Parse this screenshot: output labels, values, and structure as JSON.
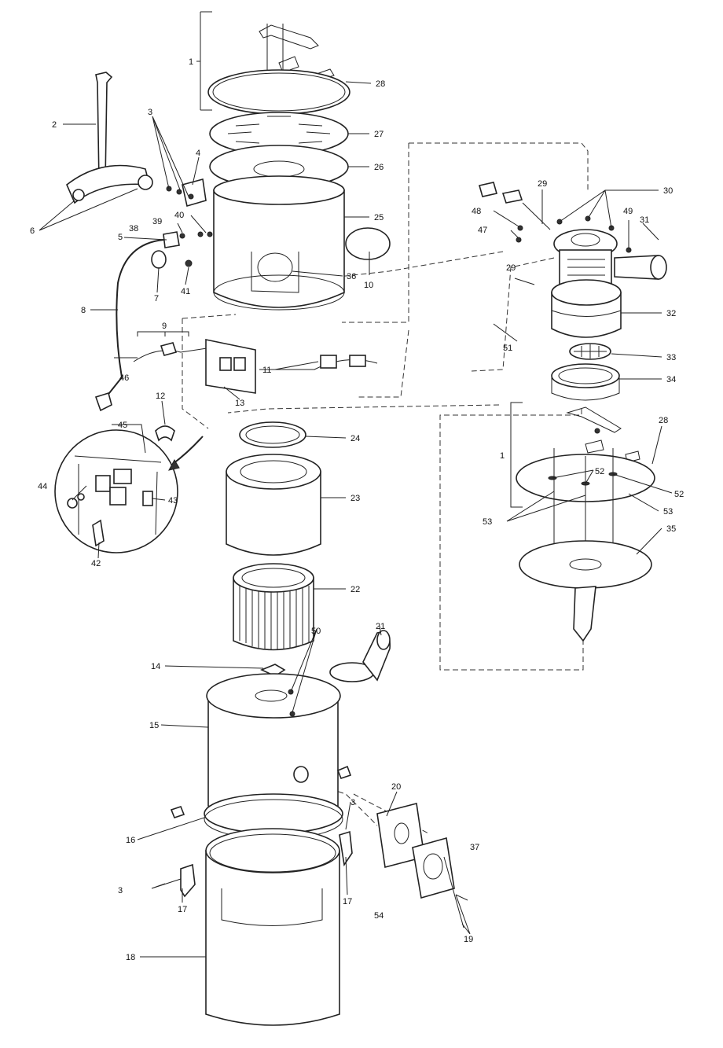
{
  "callouts": [
    {
      "id": "c1a",
      "text": "1"
    },
    {
      "id": "c1b",
      "text": "1"
    },
    {
      "id": "c2",
      "text": "2"
    },
    {
      "id": "c3a",
      "text": "3"
    },
    {
      "id": "c3b",
      "text": "3"
    },
    {
      "id": "c3c",
      "text": "3"
    },
    {
      "id": "c4",
      "text": "4"
    },
    {
      "id": "c5",
      "text": "5"
    },
    {
      "id": "c6",
      "text": "6"
    },
    {
      "id": "c7",
      "text": "7"
    },
    {
      "id": "c8",
      "text": "8"
    },
    {
      "id": "c9",
      "text": "9"
    },
    {
      "id": "c10",
      "text": "10"
    },
    {
      "id": "c11",
      "text": "11"
    },
    {
      "id": "c12",
      "text": "12"
    },
    {
      "id": "c13",
      "text": "13"
    },
    {
      "id": "c14",
      "text": "14"
    },
    {
      "id": "c15",
      "text": "15"
    },
    {
      "id": "c16",
      "text": "16"
    },
    {
      "id": "c17a",
      "text": "17"
    },
    {
      "id": "c17b",
      "text": "17"
    },
    {
      "id": "c18",
      "text": "18"
    },
    {
      "id": "c19",
      "text": "19"
    },
    {
      "id": "c20",
      "text": "20"
    },
    {
      "id": "c21",
      "text": "21"
    },
    {
      "id": "c22",
      "text": "22"
    },
    {
      "id": "c23",
      "text": "23"
    },
    {
      "id": "c24",
      "text": "24"
    },
    {
      "id": "c25",
      "text": "25"
    },
    {
      "id": "c26",
      "text": "26"
    },
    {
      "id": "c27",
      "text": "27"
    },
    {
      "id": "c28a",
      "text": "28"
    },
    {
      "id": "c28b",
      "text": "28"
    },
    {
      "id": "c29a",
      "text": "29"
    },
    {
      "id": "c29b",
      "text": "29"
    },
    {
      "id": "c30",
      "text": "30"
    },
    {
      "id": "c31",
      "text": "31"
    },
    {
      "id": "c32",
      "text": "32"
    },
    {
      "id": "c33",
      "text": "33"
    },
    {
      "id": "c34",
      "text": "34"
    },
    {
      "id": "c35",
      "text": "35"
    },
    {
      "id": "c36",
      "text": "36"
    },
    {
      "id": "c37",
      "text": "37"
    },
    {
      "id": "c38",
      "text": "38"
    },
    {
      "id": "c39",
      "text": "39"
    },
    {
      "id": "c40",
      "text": "40"
    },
    {
      "id": "c41",
      "text": "41"
    },
    {
      "id": "c42",
      "text": "42"
    },
    {
      "id": "c43",
      "text": "43"
    },
    {
      "id": "c44",
      "text": "44"
    },
    {
      "id": "c45",
      "text": "45"
    },
    {
      "id": "c46",
      "text": "46"
    },
    {
      "id": "c47",
      "text": "47"
    },
    {
      "id": "c48",
      "text": "48"
    },
    {
      "id": "c49",
      "text": "49"
    },
    {
      "id": "c50",
      "text": "50"
    },
    {
      "id": "c51",
      "text": "51"
    },
    {
      "id": "c52a",
      "text": "52"
    },
    {
      "id": "c52b",
      "text": "52"
    },
    {
      "id": "c53a",
      "text": "53"
    },
    {
      "id": "c53b",
      "text": "53"
    },
    {
      "id": "c54",
      "text": "54"
    }
  ]
}
